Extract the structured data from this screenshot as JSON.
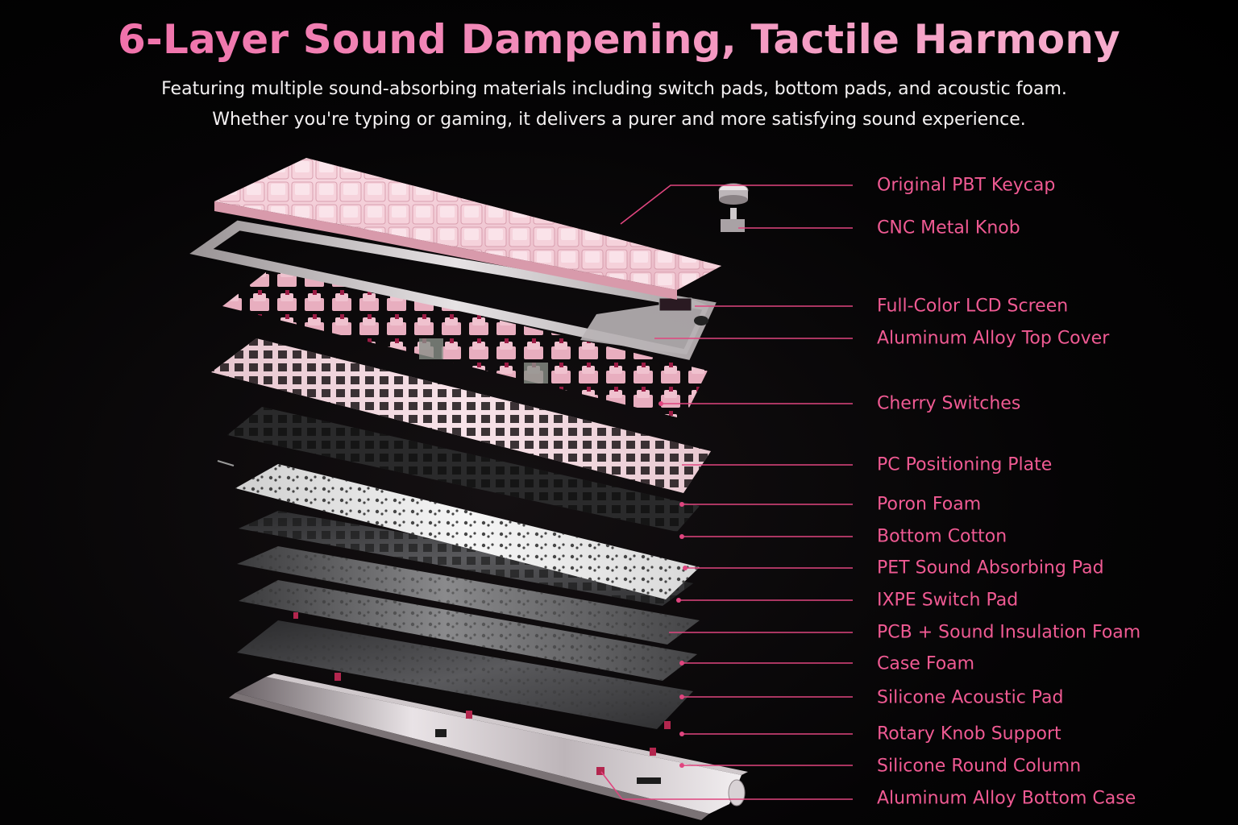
{
  "header": {
    "title": "6-Layer Sound Dampening, Tactile Harmony",
    "subtitle_line1": "Featuring multiple sound-absorbing materials including switch pads, bottom pads, and acoustic foam.",
    "subtitle_line2": "Whether you're typing or gaming, it delivers a purer and more satisfying sound experience."
  },
  "labels": [
    "Original PBT Keycap",
    "CNC Metal Knob",
    "Full-Color LCD Screen",
    "Aluminum Alloy Top Cover",
    "Cherry Switches",
    "PC Positioning Plate",
    "Poron Foam",
    "Bottom Cotton",
    "PET Sound Absorbing Pad",
    "IXPE Switch Pad",
    "PCB + Sound Insulation Foam",
    "Case Foam",
    "Silicone Acoustic Pad",
    "Rotary Knob Support",
    "Silicone Round Column",
    "Aluminum Alloy Bottom Case"
  ],
  "colors": {
    "title": "#ef6aa6",
    "label": "#f05a93",
    "leader_line": "#e0457f",
    "subtitle": "#f4f1f2",
    "background": "#000000"
  }
}
